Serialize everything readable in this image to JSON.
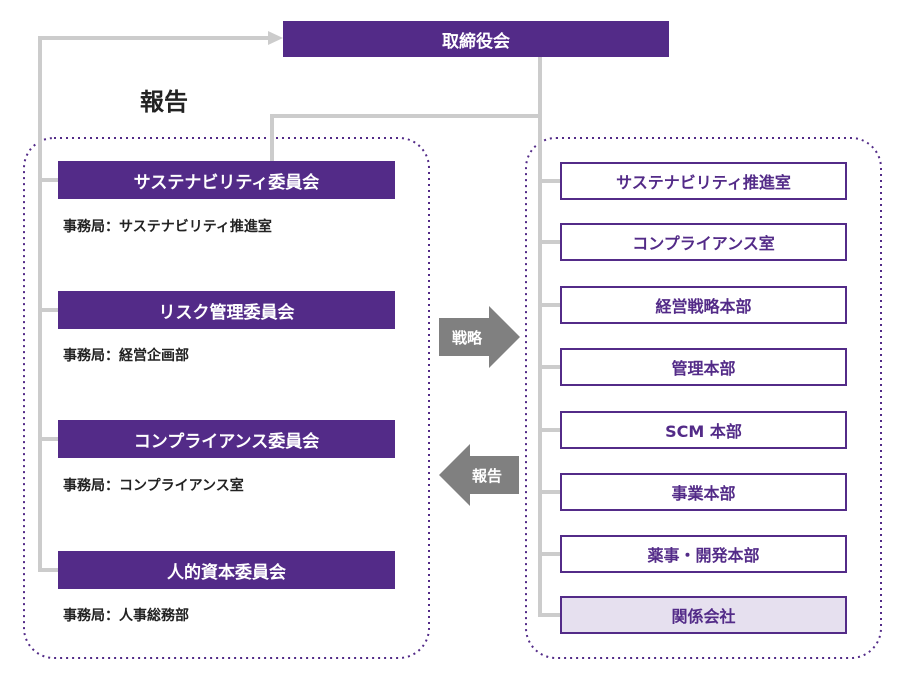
{
  "board": {
    "label": "取締役会"
  },
  "report_label": "報告",
  "committees": [
    {
      "name": "サステナビリティ委員会",
      "secretariat": "事務局：サステナビリティ推進室"
    },
    {
      "name": "リスク管理委員会",
      "secretariat": "事務局：経営企画部"
    },
    {
      "name": "コンプライアンス委員会",
      "secretariat": "事務局：コンプライアンス室"
    },
    {
      "name": "人的資本委員会",
      "secretariat": "事務局：人事総務部"
    }
  ],
  "departments": [
    {
      "label": "サステナビリティ推進室"
    },
    {
      "label": "コンプライアンス室"
    },
    {
      "label": "経営戦略本部"
    },
    {
      "label": "管理本部"
    },
    {
      "label": "SCM 本部"
    },
    {
      "label": "事業本部"
    },
    {
      "label": "薬事・開発本部"
    },
    {
      "label": "関係会社"
    }
  ],
  "arrows": {
    "strategy": "戦略",
    "report": "報告"
  },
  "colors": {
    "primary": "#532b88",
    "connector": "#cccccc",
    "arrow": "#808080",
    "affiliate_fill": "#e6e0ef"
  }
}
